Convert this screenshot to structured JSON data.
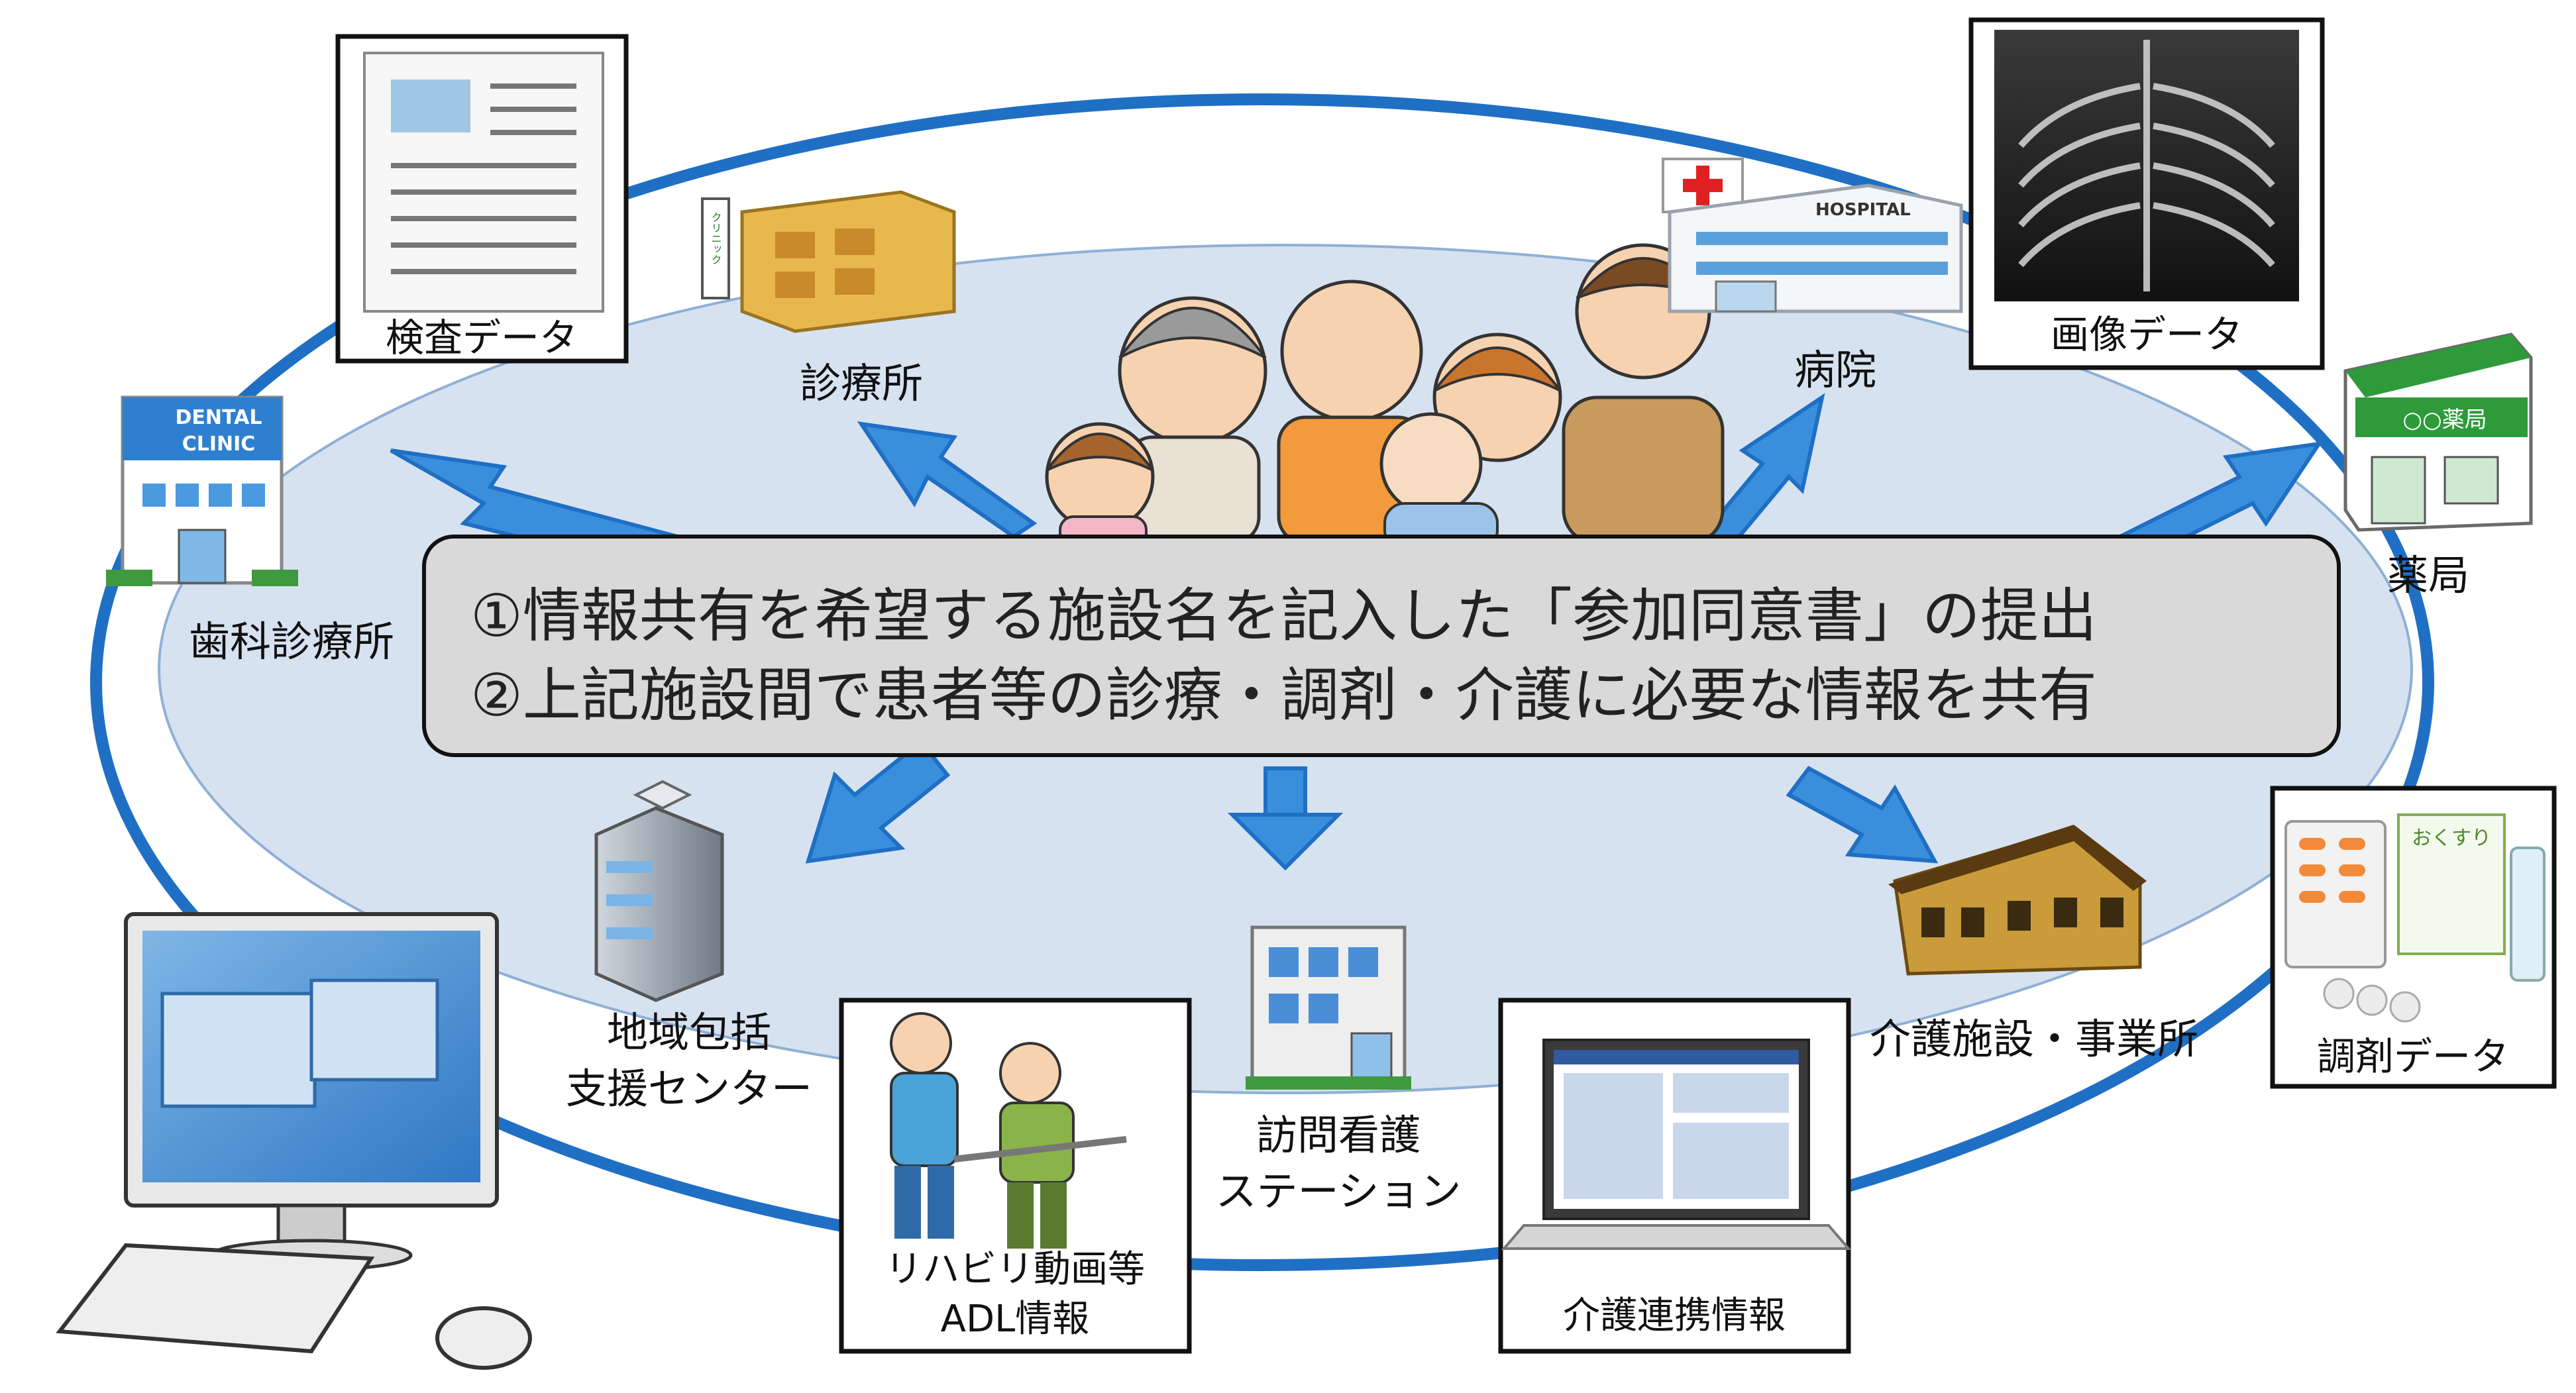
{
  "consent_box": {
    "line1": "①情報共有を希望する施設名を記入した「参加同意書」の提出",
    "line2": "②上記施設間で患者等の診療・調剤・介護に必要な情報を共有"
  },
  "facilities": {
    "dental": "歯科診療所",
    "clinic": "診療所",
    "hospital": "病院",
    "pharmacy": "薬局",
    "regional_center_line1": "地域包括",
    "regional_center_line2": "支援センター",
    "nursing_station_line1": "訪問看護",
    "nursing_station_line2": "ステーション",
    "care_facility": "介護施設・事業所"
  },
  "data_items": {
    "exam_data": "検査データ",
    "image_data": "画像データ",
    "dispensing_data": "調剤データ",
    "rehab_line1": "リハビリ動画等",
    "rehab_line2": "ADL情報",
    "care_info": "介護連携情報"
  },
  "signage": {
    "dental_sign_line1": "DENTAL",
    "dental_sign_line2": "CLINIC",
    "hospital_sign": "HOSPITAL",
    "pharmacy_sign": "○○薬局",
    "clinic_sign": "クリニック",
    "medicine_bag": "おくすり"
  },
  "colors": {
    "ring": "#1f6fc5",
    "inner_ellipse": "#d7e2f0",
    "arrow": "#3a8fdc",
    "consent_fill": "#d9d9d9"
  }
}
